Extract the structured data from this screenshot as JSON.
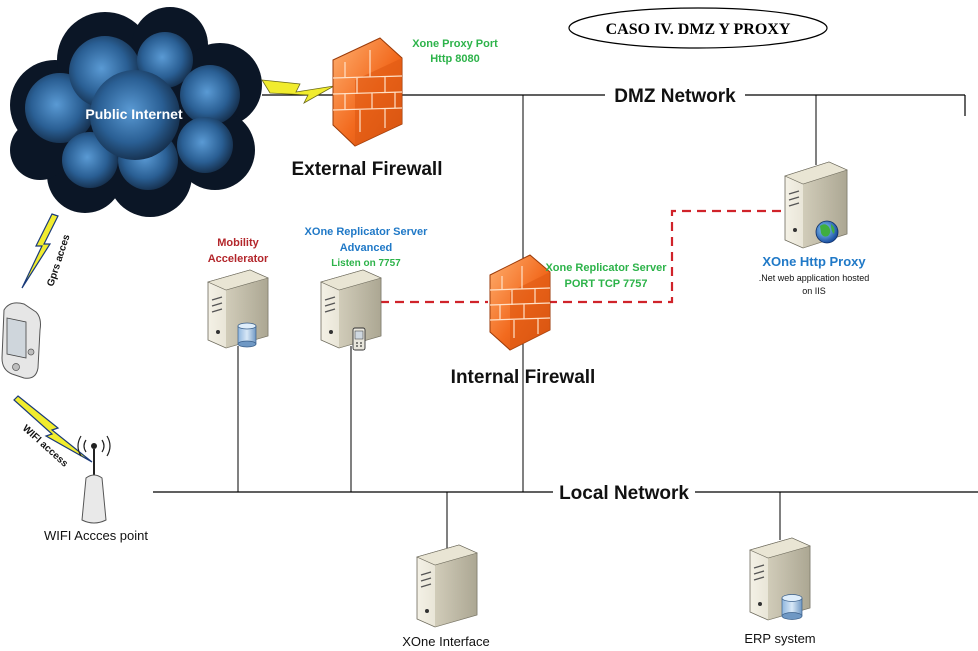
{
  "title": "CASO IV. DMZ Y PROXY",
  "networks": {
    "dmz": "DMZ Network",
    "local": "Local Network"
  },
  "cloud": {
    "label": "Public Internet"
  },
  "links": {
    "gprs": "Gprs acces",
    "wifi": "WIFI access"
  },
  "external_firewall": {
    "label": "External Firewall",
    "port_line1": "Xone Proxy Port",
    "port_line2": "Http 8080"
  },
  "internal_firewall": {
    "label": "Internal Firewall",
    "port_line1": "Xone Replicator Server",
    "port_line2": "PORT TCP 7757"
  },
  "mobility_accelerator": {
    "line1": "Mobility",
    "line2": "Accelerator"
  },
  "replicator_server": {
    "line1": "XOne Replicator Server",
    "line2": "Advanced",
    "line3": "Listen on 7757"
  },
  "http_proxy": {
    "title": "XOne Http Proxy",
    "line1": ".Net web application hosted",
    "line2": "on IIS"
  },
  "wifi_ap": {
    "label": "WIFI Accces point"
  },
  "xone_interface": {
    "label": "XOne Interface"
  },
  "erp_system": {
    "label": "ERP system"
  },
  "colors": {
    "green": "#2db34a",
    "blue": "#2079c7",
    "red": "#b3262b",
    "dashed": "#d0232a",
    "cloud": "#1f4f80"
  }
}
